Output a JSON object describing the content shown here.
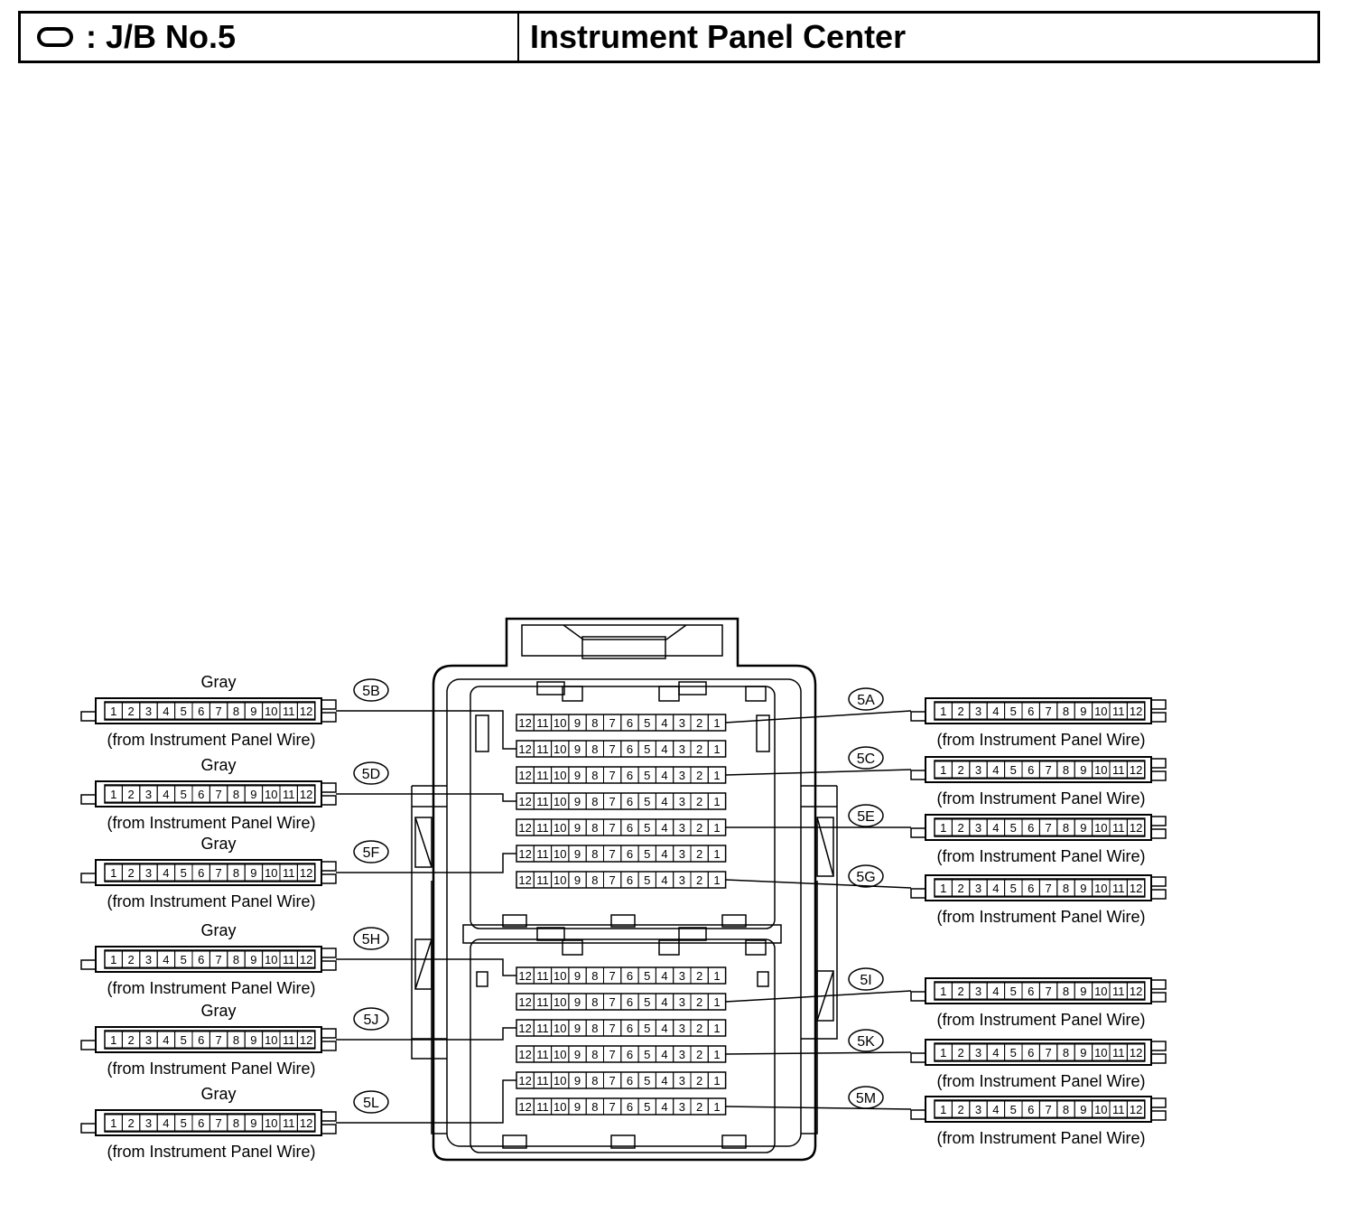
{
  "header": {
    "symbol_icon": "oval-icon",
    "jb_label": ": J/B No.5",
    "location": "Instrument Panel Center"
  },
  "center_block": {
    "upper_rows": [
      "12|11|10|9|8|7|6|5|4|3|2|1",
      "12|11|10|9|8|7|6|5|4|3|2|1",
      "12|11|10|9|8|7|6|5|4|3|2|1",
      "12|11|10|9|8|7|6|5|4|3|2|1",
      "12|11|10|9|8|7|6|5|4|3|2|1",
      "12|11|10|9|8|7|6|5|4|3|2|1",
      "12|11|10|9|8|7|6|5|4|3|2|1"
    ],
    "lower_rows": [
      "12|11|10|9|8|7|6|5|4|3|2|1",
      "12|11|10|9|8|7|6|5|4|3|2|1",
      "12|11|10|9|8|7|6|5|4|3|2|1",
      "12|11|10|9|8|7|6|5|4|3|2|1",
      "12|11|10|9|8|7|6|5|4|3|2|1",
      "12|11|10|9|8|7|6|5|4|3|2|1"
    ]
  },
  "connectors": [
    {
      "id": "5B",
      "side": "left",
      "color_label": "Gray",
      "pins": [
        "1",
        "2",
        "3",
        "4",
        "5",
        "6",
        "7",
        "8",
        "9",
        "10",
        "11",
        "12"
      ],
      "source": "(from Instrument Panel Wire)",
      "row": 1
    },
    {
      "id": "5D",
      "side": "left",
      "color_label": "Gray",
      "pins": [
        "1",
        "2",
        "3",
        "4",
        "5",
        "6",
        "7",
        "8",
        "9",
        "10",
        "11",
        "12"
      ],
      "source": "(from Instrument Panel Wire)",
      "row": 3
    },
    {
      "id": "5F",
      "side": "left",
      "color_label": "Gray",
      "pins": [
        "1",
        "2",
        "3",
        "4",
        "5",
        "6",
        "7",
        "8",
        "9",
        "10",
        "11",
        "12"
      ],
      "source": "(from Instrument Panel Wire)",
      "row": 5
    },
    {
      "id": "5H",
      "side": "left",
      "color_label": "Gray",
      "pins": [
        "1",
        "2",
        "3",
        "4",
        "5",
        "6",
        "7",
        "8",
        "9",
        "10",
        "11",
        "12"
      ],
      "source": "(from Instrument Panel Wire)",
      "row": 7
    },
    {
      "id": "5J",
      "side": "left",
      "color_label": "Gray",
      "pins": [
        "1",
        "2",
        "3",
        "4",
        "5",
        "6",
        "7",
        "8",
        "9",
        "10",
        "11",
        "12"
      ],
      "source": "(from Instrument Panel Wire)",
      "row": 9
    },
    {
      "id": "5L",
      "side": "left",
      "color_label": "Gray",
      "pins": [
        "1",
        "2",
        "3",
        "4",
        "5",
        "6",
        "7",
        "8",
        "9",
        "10",
        "11",
        "12"
      ],
      "source": "(from Instrument Panel Wire)",
      "row": 11
    },
    {
      "id": "5A",
      "side": "right",
      "color_label": "",
      "pins": [
        "1",
        "2",
        "3",
        "4",
        "5",
        "6",
        "7",
        "8",
        "9",
        "10",
        "11",
        "12"
      ],
      "source": "(from Instrument Panel Wire)",
      "row": 0
    },
    {
      "id": "5C",
      "side": "right",
      "color_label": "",
      "pins": [
        "1",
        "2",
        "3",
        "4",
        "5",
        "6",
        "7",
        "8",
        "9",
        "10",
        "11",
        "12"
      ],
      "source": "(from Instrument Panel Wire)",
      "row": 2
    },
    {
      "id": "5E",
      "side": "right",
      "color_label": "",
      "pins": [
        "1",
        "2",
        "3",
        "4",
        "5",
        "6",
        "7",
        "8",
        "9",
        "10",
        "11",
        "12"
      ],
      "source": "(from Instrument Panel Wire)",
      "row": 4
    },
    {
      "id": "5G",
      "side": "right",
      "color_label": "",
      "pins": [
        "1",
        "2",
        "3",
        "4",
        "5",
        "6",
        "7",
        "8",
        "9",
        "10",
        "11",
        "12"
      ],
      "source": "(from Instrument Panel Wire)",
      "row": 6
    },
    {
      "id": "5I",
      "side": "right",
      "color_label": "",
      "pins": [
        "1",
        "2",
        "3",
        "4",
        "5",
        "6",
        "7",
        "8",
        "9",
        "10",
        "11",
        "12"
      ],
      "source": "(from Instrument Panel Wire)",
      "row": 8
    },
    {
      "id": "5K",
      "side": "right",
      "color_label": "",
      "pins": [
        "1",
        "2",
        "3",
        "4",
        "5",
        "6",
        "7",
        "8",
        "9",
        "10",
        "11",
        "12"
      ],
      "source": "(from Instrument Panel Wire)",
      "row": 10
    },
    {
      "id": "5M",
      "side": "right",
      "color_label": "",
      "pins": [
        "1",
        "2",
        "3",
        "4",
        "5",
        "6",
        "7",
        "8",
        "9",
        "10",
        "11",
        "12"
      ],
      "source": "(from Instrument Panel Wire)",
      "row": 12
    }
  ]
}
